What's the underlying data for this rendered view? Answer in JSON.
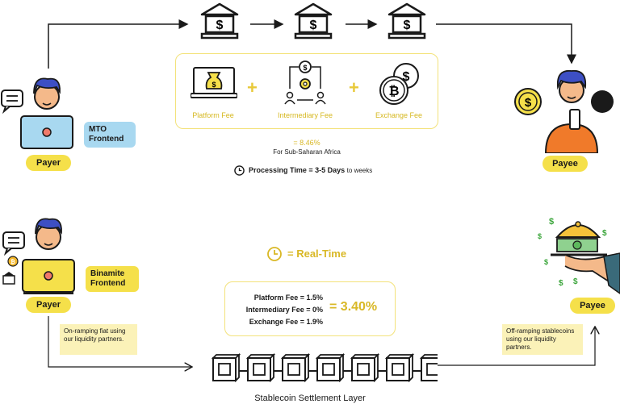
{
  "top_flow": {
    "payer_label": "Payer",
    "payee_label": "Payee",
    "frontend_label": "MTO Frontend",
    "fees": [
      {
        "label": "Platform Fee",
        "icon": "laptop-money-icon"
      },
      {
        "label": "Intermediary Fee",
        "icon": "cycle-gear-icon"
      },
      {
        "label": "Exchange Fee",
        "icon": "coins-icon"
      }
    ],
    "total_fee": "= 8.46%",
    "region_note": "For Sub-Saharan Africa",
    "processing_label": "Processing Time = 3-5 Days",
    "processing_suffix": "to weeks"
  },
  "bottom_flow": {
    "payer_label": "Payer",
    "payee_label": "Payee",
    "frontend_label": "Binamite Frontend",
    "realtime_label": "= Real-Time",
    "fee_lines": [
      "Platform Fee = 1.5%",
      "Intermediary Fee = 0%",
      "Exchange Fee = 1.9%"
    ],
    "total_fee": "= 3.40%",
    "onramp_note": "On-ramping fiat using our liquidity partners.",
    "offramp_note": "Off-ramping stablecoins using our liquidity partners.",
    "settlement_label": "Stablecoin Settlement Layer"
  },
  "colors": {
    "accent_yellow": "#f5e04a",
    "mto_blue": "#a8d8f0",
    "binamite_yellow": "#f5e04a",
    "payee_orange": "#f07a2a",
    "hair_blue": "#3d4fc4",
    "skin": "#f4b98a"
  }
}
